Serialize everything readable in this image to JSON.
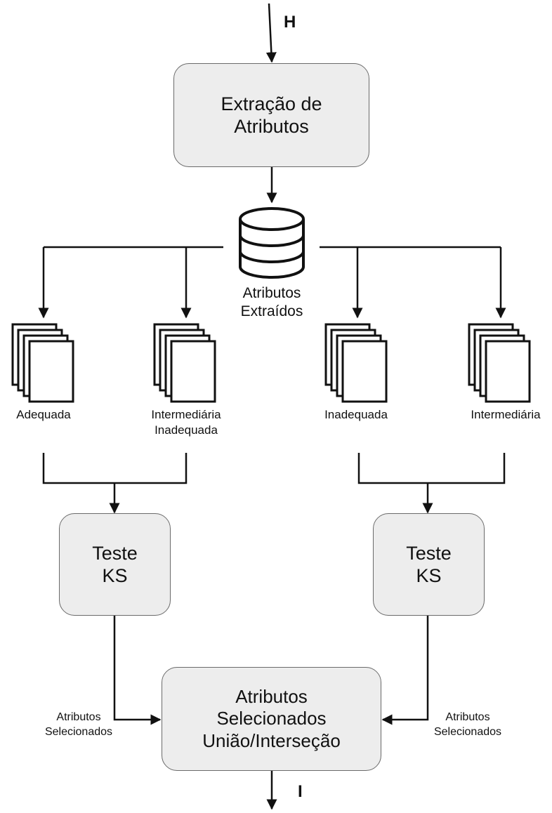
{
  "input_label": "H",
  "output_label": "I",
  "extraction_box": {
    "line1": "Extração de",
    "line2": "Atributos"
  },
  "database": {
    "line1": "Atributos",
    "line2": "Extraídos"
  },
  "groups": [
    {
      "line1": "Adequada",
      "line2": ""
    },
    {
      "line1": "Intermediária",
      "line2": "Inadequada"
    },
    {
      "line1": "Inadequada",
      "line2": ""
    },
    {
      "line1": "Intermediária",
      "line2": ""
    }
  ],
  "ks_left": {
    "line1": "Teste",
    "line2": "KS"
  },
  "ks_right": {
    "line1": "Teste",
    "line2": "KS"
  },
  "selected_left": {
    "line1": "Atributos",
    "line2": "Selecionados"
  },
  "selected_right": {
    "line1": "Atributos",
    "line2": "Selecionados"
  },
  "final_box": {
    "line1": "Atributos",
    "line2": "Selecionados",
    "line3": "União/Interseção"
  },
  "colors": {
    "box_fill": "#ededed",
    "box_border": "#6a6a6a",
    "line": "#111111"
  }
}
